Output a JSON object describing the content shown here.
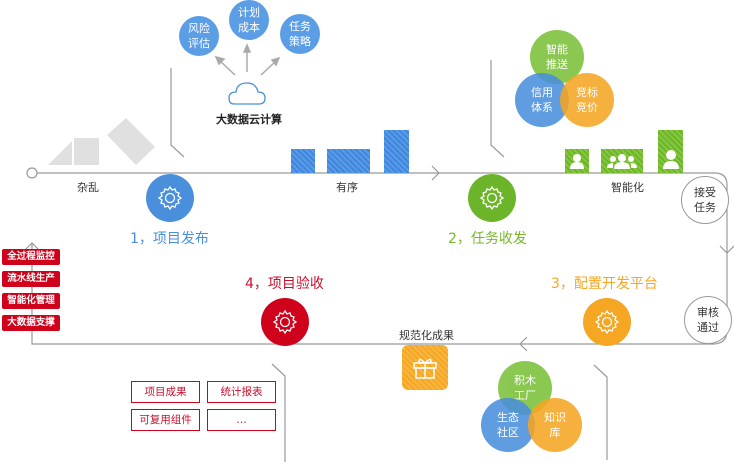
{
  "colors": {
    "blue": "#4a8fdc",
    "green": "#76b82a",
    "orange": "#f5a623",
    "red": "#c8102e",
    "line": "#999999"
  },
  "cloud": {
    "bubbles": [
      "风险评估",
      "计划成本",
      "任务策略"
    ],
    "label": "大数据云计算"
  },
  "axis_labels": {
    "chaos": "杂乱",
    "order": "有序",
    "smart": "智能化",
    "outcome": "规范化成果"
  },
  "steps": [
    {
      "label": "1，项目发布",
      "icon": "gear-icon"
    },
    {
      "label": "2，任务收发",
      "icon": "gear-icon"
    },
    {
      "label": "3，配置开发平台",
      "icon": "gear-icon"
    },
    {
      "label": "4，项目验收",
      "icon": "gear-icon"
    }
  ],
  "checkpoints": {
    "accept": "接受任务",
    "approve": "审核通过"
  },
  "venn_top": [
    "智能推送",
    "信用体系",
    "竞标竞价"
  ],
  "venn_bottom": [
    "积木工厂",
    "生态社区",
    "知识库"
  ],
  "tags": [
    "全过程监控",
    "流水线生产",
    "智能化管理",
    "大数据支撑"
  ],
  "results": [
    "项目成果",
    "统计报表",
    "可复用组件",
    "…"
  ]
}
